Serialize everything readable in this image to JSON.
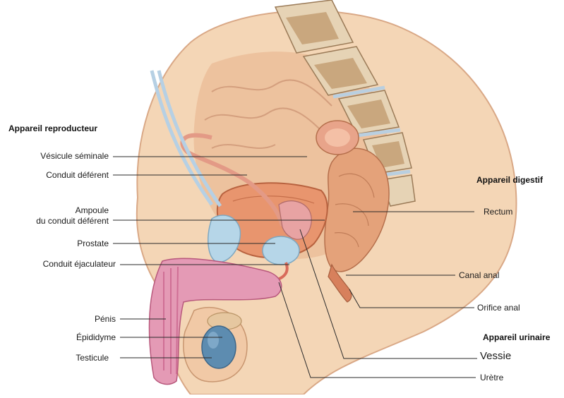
{
  "sections": {
    "reproductive": "Appareil reproducteur",
    "digestive": "Appareil digestif",
    "urinary": "Appareil urinaire"
  },
  "labels_left": {
    "seminal_vesicle": "Vésicule séminale",
    "vas_deferens": "Conduit déférent",
    "ampulla_line1": "Ampoule",
    "ampulla_line2": "du conduit déférent",
    "prostate": "Prostate",
    "ejaculatory_duct": "Conduit éjaculateur",
    "penis": "Pénis",
    "epididymis": "Épididyme",
    "testicle": "Testicule"
  },
  "labels_right": {
    "rectum": "Rectum",
    "anal_canal": "Canal anal",
    "anal_orifice": "Orifice anal",
    "bladder": "Vessie",
    "urethra": "Urètre"
  },
  "colors": {
    "skin": "#f1cfae",
    "skin_dark": "#d9a886",
    "bladder": "#e8956e",
    "rectum": "#e4a27a",
    "prostate": "#b6d6e8",
    "spine_bone": "#e6d3b5",
    "spine_marrow": "#c9a77e",
    "disc": "#b9cfe0",
    "penis": "#e07aa0",
    "testis": "#5d8cb0",
    "leader_line": "#2a2a2a"
  }
}
